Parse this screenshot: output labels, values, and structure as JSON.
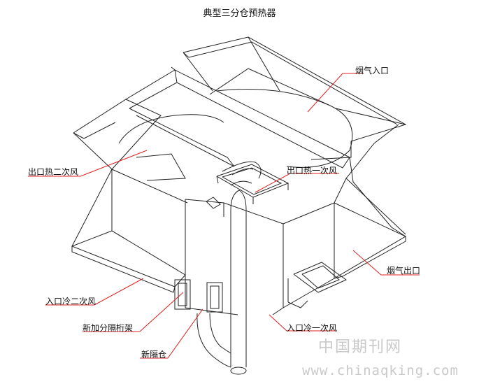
{
  "title": "典型三分仓预热器",
  "labels": {
    "flue_gas_inlet": "烟气入口",
    "hot_secondary_air_outlet": "出口热二次风",
    "hot_primary_air_outlet": "出口热一次风",
    "flue_gas_outlet": "烟气出口",
    "cold_secondary_air_inlet": "入口冷二次风",
    "new_partition_truss": "新加分隔桁架",
    "new_partition_bin": "新隔仓",
    "cold_primary_air_inlet": "入口冷一次风"
  },
  "watermark": {
    "cn": "中国期刊网",
    "url": "www.chinaqking.com"
  }
}
